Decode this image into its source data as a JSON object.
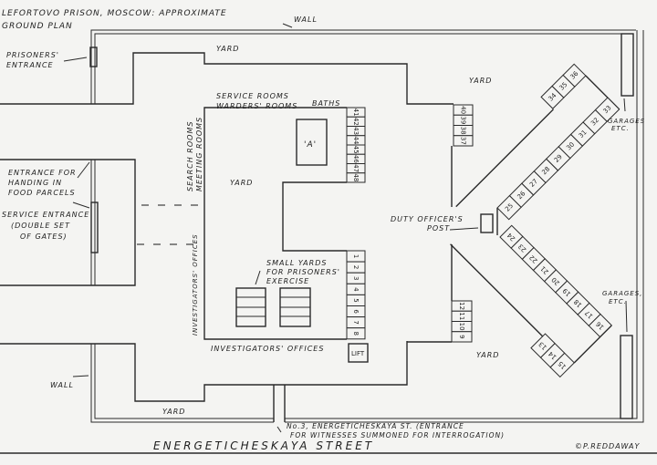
{
  "title": {
    "line1": "LEFORTOVO PRISON, MOSCOW: APPROXIMATE",
    "line2": "GROUND PLAN"
  },
  "labels": {
    "wall_top": "WALL",
    "wall_bottom": "WALL",
    "yard_top": "YARD",
    "yard_right_top": "YARD",
    "yard_inner": "YARD",
    "yard_right_bottom": "YARD",
    "yard_bottom": "YARD",
    "prisoners_entrance_1": "PRISONERS'",
    "prisoners_entrance_2": "ENTRANCE",
    "food_entrance_1": "ENTRANCE FOR",
    "food_entrance_2": "HANDING IN",
    "food_entrance_3": "FOOD PARCELS",
    "service_entrance_1": "SERVICE ENTRANCE",
    "service_entrance_2": "(DOUBLE SET",
    "service_entrance_3": "OF GATES)",
    "service_rooms": "SERVICE ROOMS",
    "warders_rooms": "WARDERS' ROOMS",
    "baths": "BATHS",
    "search_rooms": "SEARCH ROOMS",
    "meeting_rooms": "MEETING ROOMS",
    "block_a": "'A'",
    "investigators_offices_side": "INVESTIGATORS' OFFICES",
    "investigators_offices": "INVESTIGATORS' OFFICES",
    "small_yards_1": "SMALL YARDS",
    "small_yards_2": "FOR PRISONERS'",
    "small_yards_3": "EXERCISE",
    "lift": "LIFT",
    "duty_officer_1": "DUTY OFFICER'S",
    "duty_officer_2": "POST",
    "garages_top_1": "GARAGES",
    "garages_top_2": "ETC.",
    "garages_bottom_1": "GARAGES,",
    "garages_bottom_2": "ETC.",
    "witness_entrance_1": "No.3, ENERGETICHESKAYA ST. (ENTRANCE",
    "witness_entrance_2": "FOR WITNESSES SUMMONED FOR INTERROGATION)",
    "street": "ENERGETICHESKAYA   STREET",
    "copyright": "©P.REDDAWAY"
  },
  "cells": {
    "inner_top": [
      "41",
      "42",
      "43",
      "44",
      "45",
      "46",
      "47",
      "48"
    ],
    "inner_bottom": [
      "1",
      "2",
      "3",
      "4",
      "5",
      "6",
      "7",
      "8"
    ],
    "right_top_block": [
      "40",
      "39",
      "38",
      "37"
    ],
    "right_bottom_block": [
      "12",
      "11",
      "10",
      "9"
    ],
    "upper_arm": [
      "25",
      "26",
      "27",
      "28",
      "29",
      "30",
      "31",
      "32",
      "33"
    ],
    "upper_arm_end": [
      "34",
      "35",
      "36"
    ],
    "lower_arm": [
      "24",
      "23",
      "22",
      "21",
      "20",
      "19",
      "18",
      "17",
      "16"
    ],
    "lower_arm_end": [
      "13",
      "14",
      "15"
    ]
  }
}
